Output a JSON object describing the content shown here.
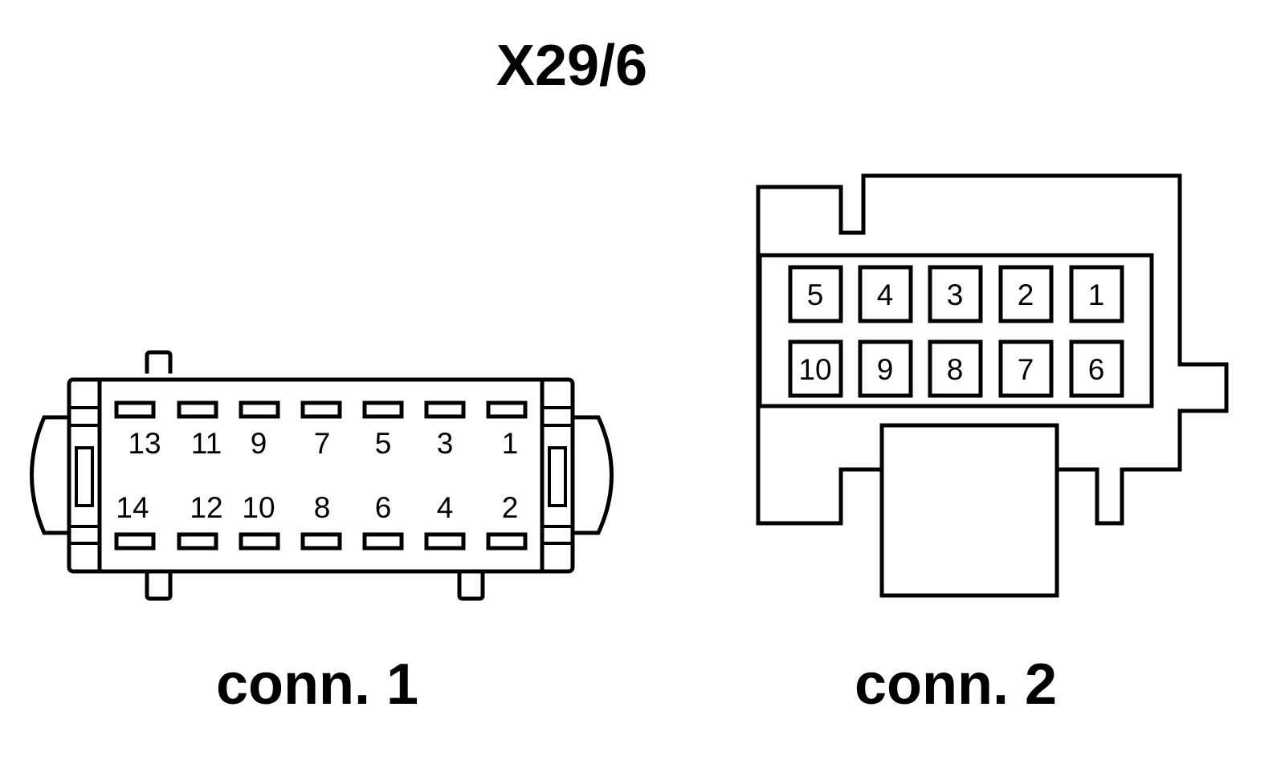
{
  "title": "X29/6",
  "connectors": [
    {
      "label": "conn. 1",
      "pins_top": [
        "13",
        "11",
        "9",
        "7",
        "5",
        "3",
        "1"
      ],
      "pins_bottom": [
        "14",
        "12",
        "10",
        "8",
        "6",
        "4",
        "2"
      ]
    },
    {
      "label": "conn. 2",
      "cavities_top": [
        "5",
        "4",
        "3",
        "2",
        "1"
      ],
      "cavities_bottom": [
        "10",
        "9",
        "8",
        "7",
        "6"
      ]
    }
  ]
}
